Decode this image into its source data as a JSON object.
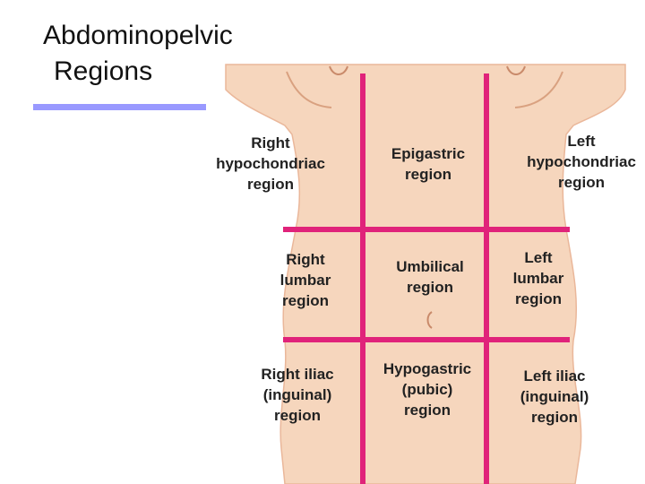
{
  "title": {
    "line1": "Abdominopelvic",
    "line2": "Regions"
  },
  "colors": {
    "skin": "#f6d6bd",
    "skin_shadow": "#e9b596",
    "grid_lines": "#e0237a",
    "title_underline": "#9999ff"
  },
  "regions": {
    "right_hypochondriac": "Right\nhypochondriac\nregion",
    "epigastric": "Epigastric\nregion",
    "left_hypochondriac": "Left\nhypochondriac\nregion",
    "right_lumbar": "Right\nlumbar\nregion",
    "umbilical": "Umbilical\nregion",
    "left_lumbar": "Left\nlumbar\nregion",
    "right_iliac": "Right iliac\n(inguinal)\nregion",
    "hypogastric": "Hypogastric\n(pubic)\nregion",
    "left_iliac": "Left iliac\n(inguinal)\nregion"
  }
}
